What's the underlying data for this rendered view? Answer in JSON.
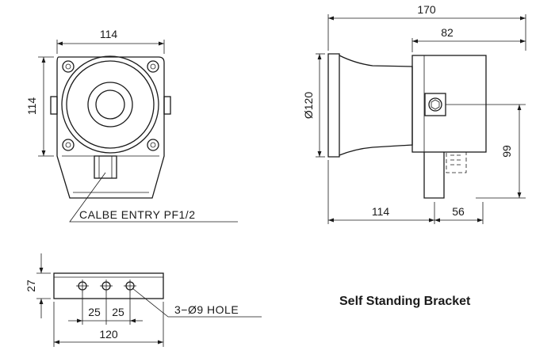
{
  "front_view": {
    "width_dim": "114",
    "height_dim": "114",
    "cable_label": "CALBE ENTRY PF1/2"
  },
  "side_view": {
    "total_length_dim": "170",
    "body_length_dim": "82",
    "diameter_dim": "Ø120",
    "bracket_height_dim": "99",
    "horn_length_dim": "114",
    "bracket_offset_dim": "56"
  },
  "bracket": {
    "thickness_dim": "27",
    "pitch_1_dim": "25",
    "pitch_2_dim": "25",
    "length_dim": "120",
    "hole_label": "3−Ø9 HOLE",
    "title": "Self Standing Bracket"
  }
}
